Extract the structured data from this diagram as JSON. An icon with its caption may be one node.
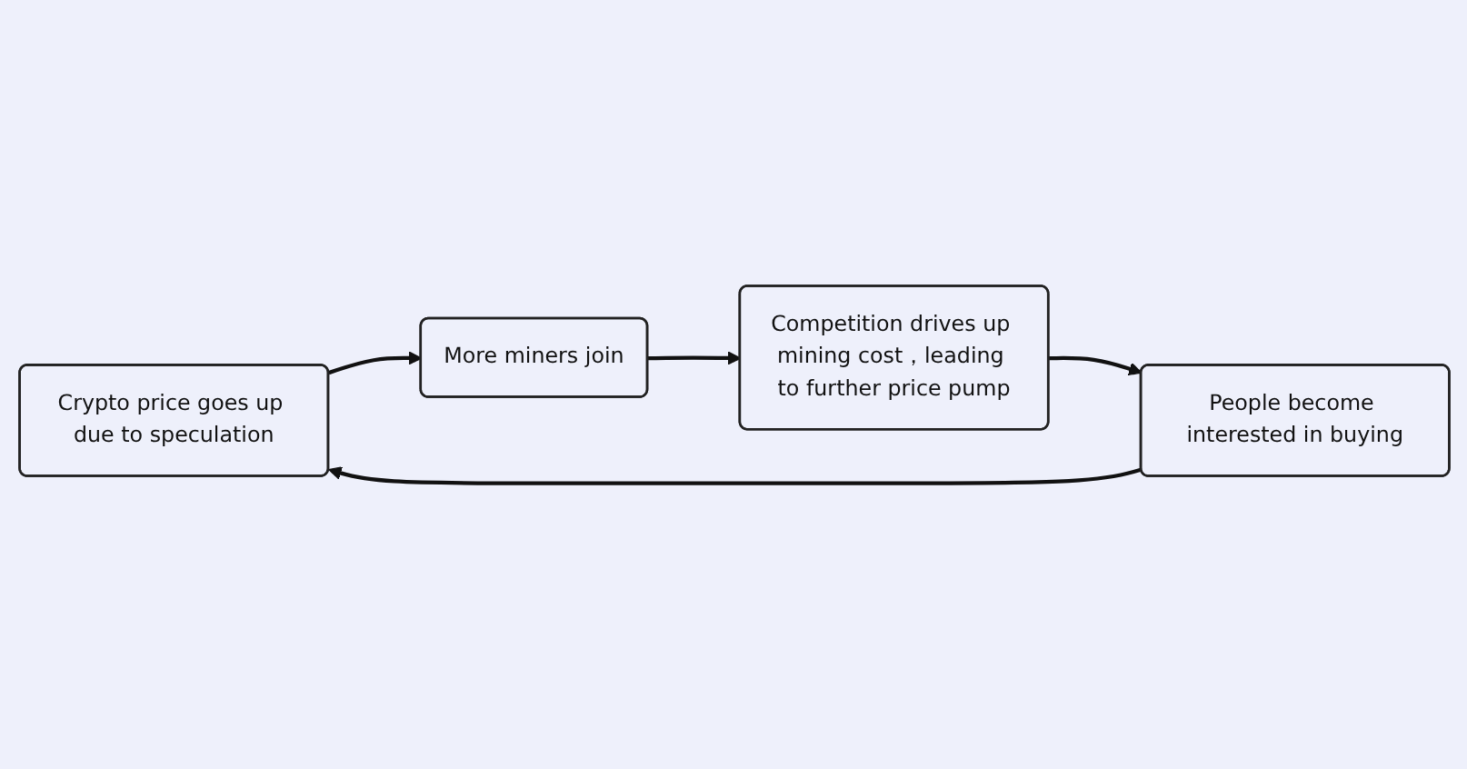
{
  "diagram": {
    "nodes": [
      {
        "text": [
          "Crypto price goes up due to speculation"
        ]
      },
      {
        "text": [
          "More miners join"
        ]
      },
      {
        "text": [
          "Competition drives up mining cost，leading to further price pump"
        ]
      },
      {
        "text": [
          "People become interested in buying"
        ]
      }
    ],
    "edges": [
      {
        "from": 0,
        "to": 1,
        "arrow": "to"
      },
      {
        "from": 1,
        "to": 2,
        "arrow": "to"
      },
      {
        "from": 2,
        "to": 3,
        "arrow": "to"
      },
      {
        "from": 3,
        "to": 0,
        "arrow": "to"
      }
    ]
  }
}
